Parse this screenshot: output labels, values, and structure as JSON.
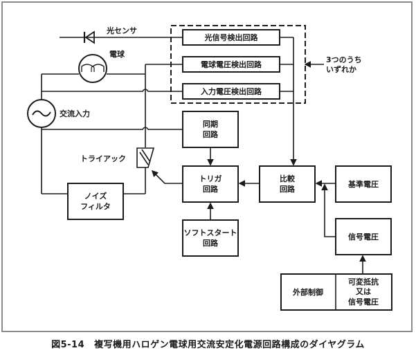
{
  "diagram": {
    "labels": {
      "photo_sensor": "光センサ",
      "bulb": "電球",
      "ac_input": "交流入力",
      "triac": "トライアック",
      "one_of_three_line1": "3つのうち",
      "one_of_three_line2": "いずれか"
    },
    "boxes": {
      "light_signal_detect": "光信号検出回路",
      "bulb_voltage_detect": "電球電圧検出回路",
      "input_voltage_detect": "入力電圧検出回路",
      "sync_line1": "同期",
      "sync_line2": "回路",
      "trigger_line1": "トリガ",
      "trigger_line2": "回路",
      "compare_line1": "比較",
      "compare_line2": "回路",
      "reference_voltage": "基準電圧",
      "signal_voltage": "信号電圧",
      "noise_filter_line1": "ノイズ",
      "noise_filter_line2": "フィルタ",
      "soft_start_line1": "ソフトスタート",
      "soft_start_line2": "回路",
      "external_control": "外部制御",
      "variable_line1": "可変抵抗",
      "variable_line2": "又は",
      "variable_line3": "信号電圧"
    }
  },
  "caption": {
    "number": "図5-14",
    "text": "複写機用ハロゲン電球用交流安定化電源回路構成のダイヤグラム"
  }
}
